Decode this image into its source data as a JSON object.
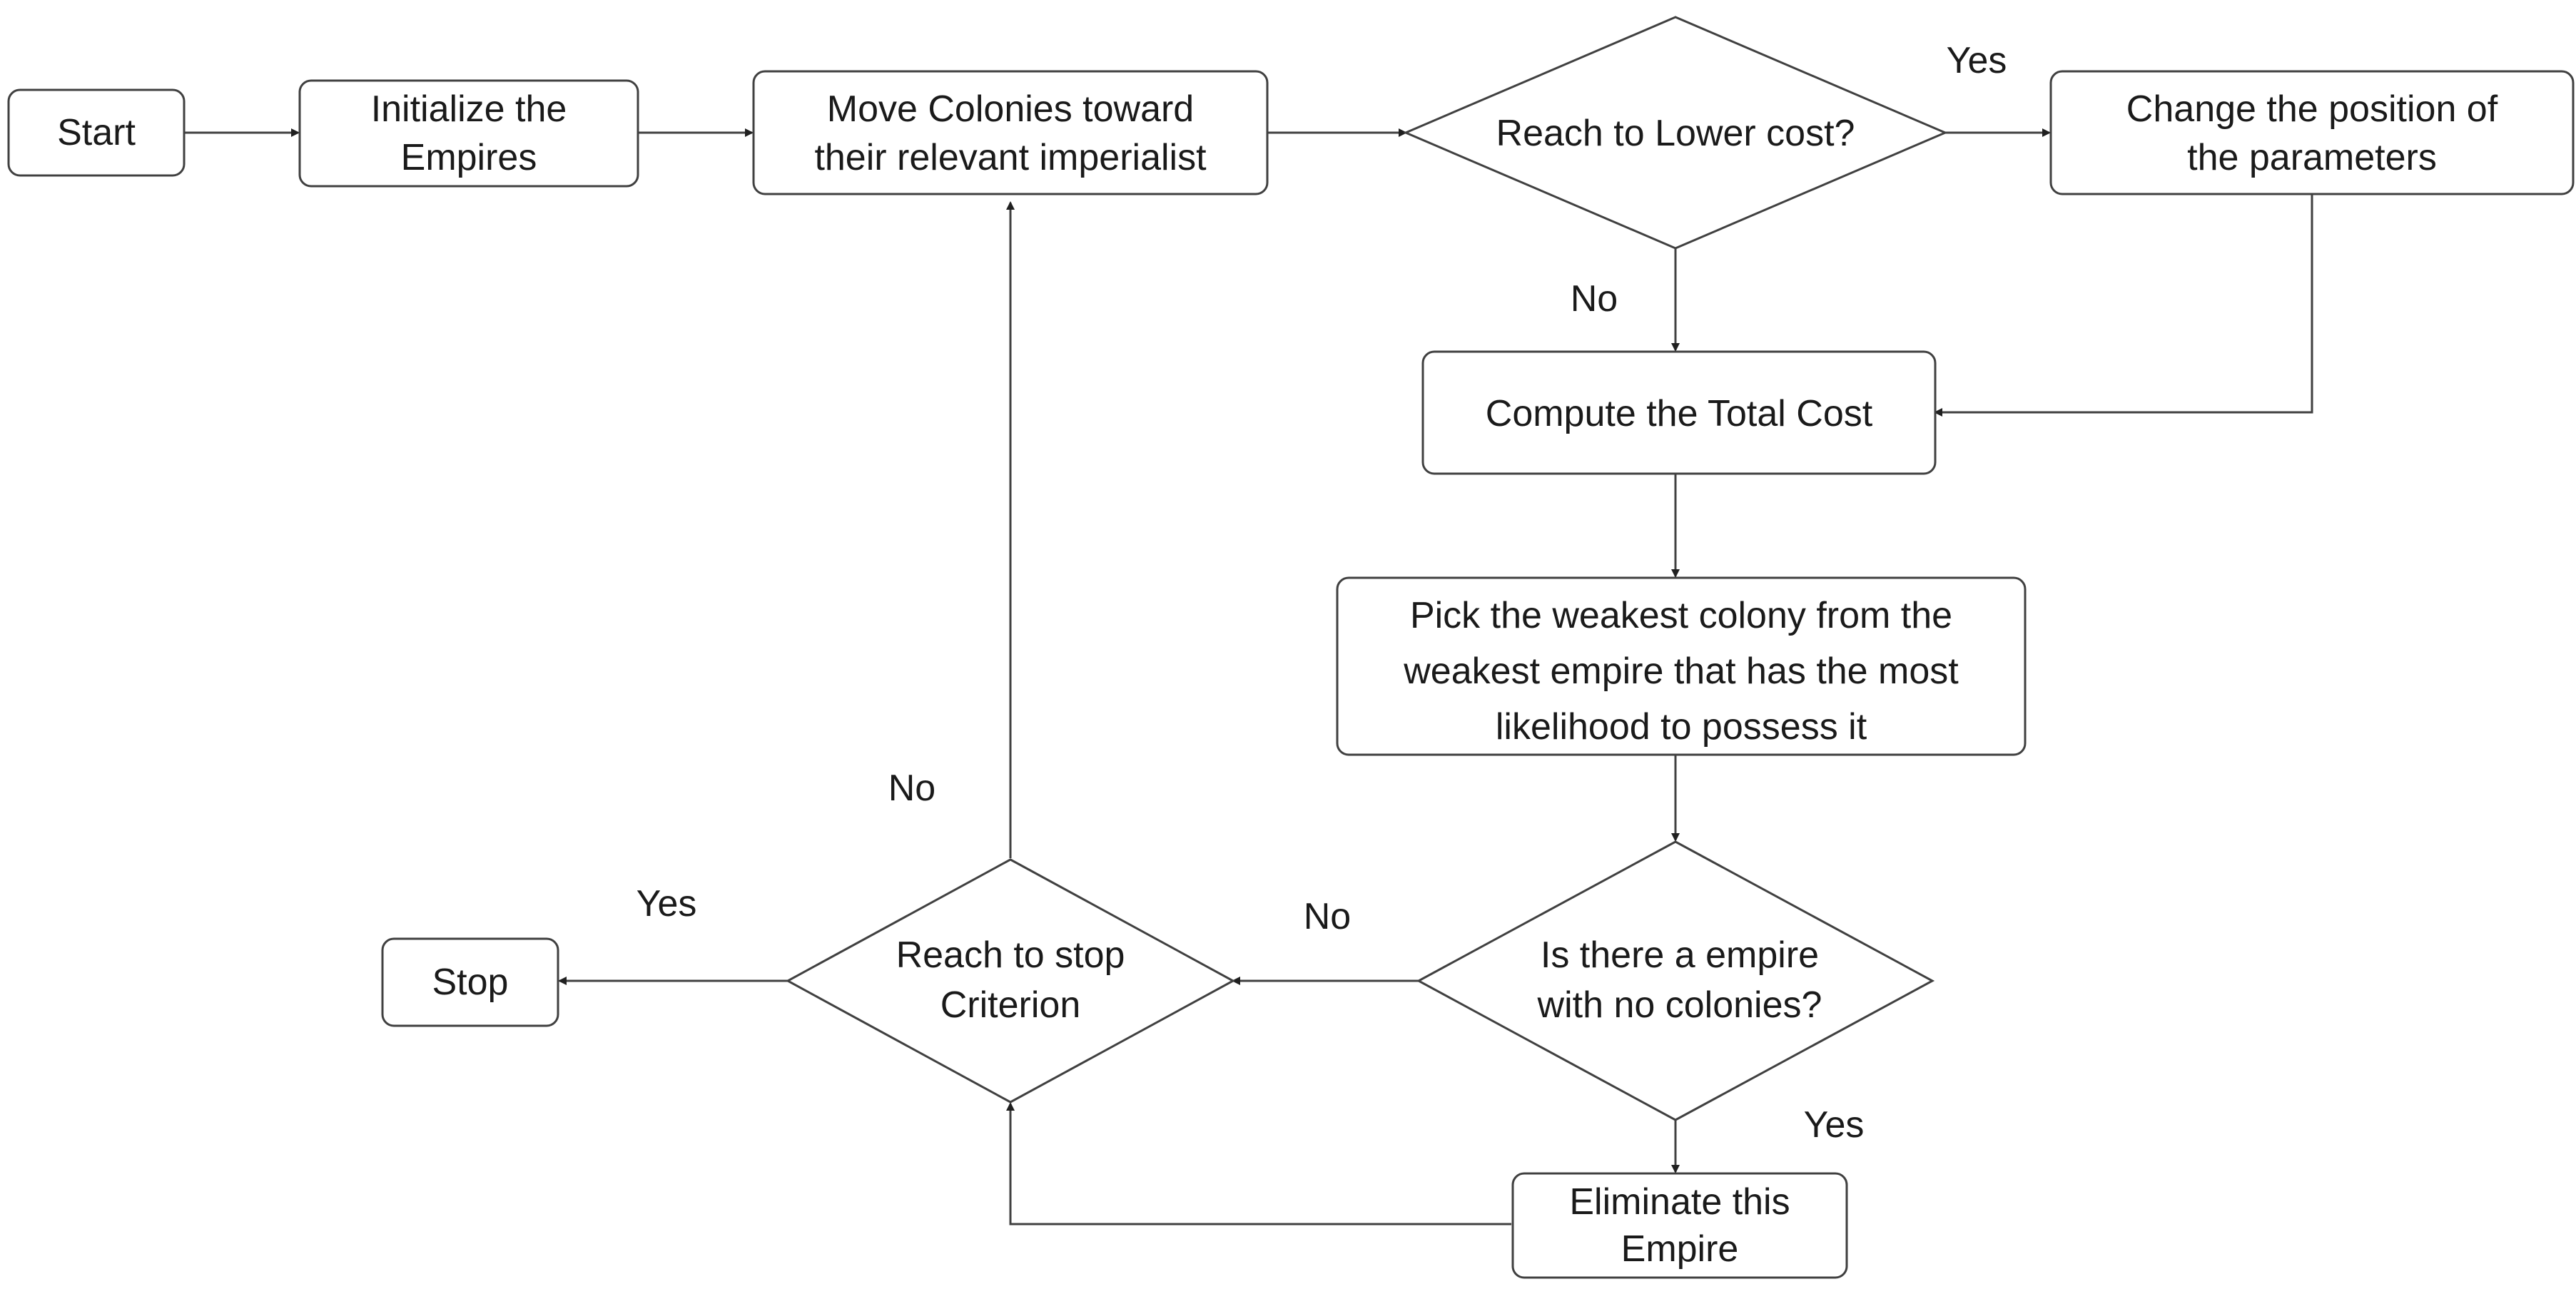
{
  "nodes": {
    "start": {
      "lines": [
        "Start"
      ]
    },
    "init_empires": {
      "lines": [
        "Initialize the",
        "Empires"
      ]
    },
    "move_colonies": {
      "lines": [
        "Move Colonies toward",
        "their relevant imperialist"
      ]
    },
    "reach_lower_cost": {
      "lines": [
        "Reach to Lower cost?"
      ]
    },
    "change_position": {
      "lines": [
        "Change the position of",
        "the parameters"
      ]
    },
    "compute_total_cost": {
      "lines": [
        "Compute the Total Cost"
      ]
    },
    "pick_weakest": {
      "lines": [
        "Pick the weakest colony from the",
        "weakest empire that has the most",
        "likelihood to possess it"
      ]
    },
    "empire_no_colonies": {
      "lines": [
        "Is there a empire",
        "with no colonies?"
      ]
    },
    "eliminate_empire": {
      "lines": [
        "Eliminate this",
        "Empire"
      ]
    },
    "reach_stop": {
      "lines": [
        "Reach to stop",
        "Criterion"
      ]
    },
    "stop": {
      "lines": [
        "Stop"
      ]
    }
  },
  "edge_labels": {
    "lower_cost_yes": "Yes",
    "lower_cost_no": "No",
    "no_colonies_no": "No",
    "no_colonies_yes": "Yes",
    "stop_criterion_yes": "Yes",
    "stop_criterion_no": "No"
  }
}
